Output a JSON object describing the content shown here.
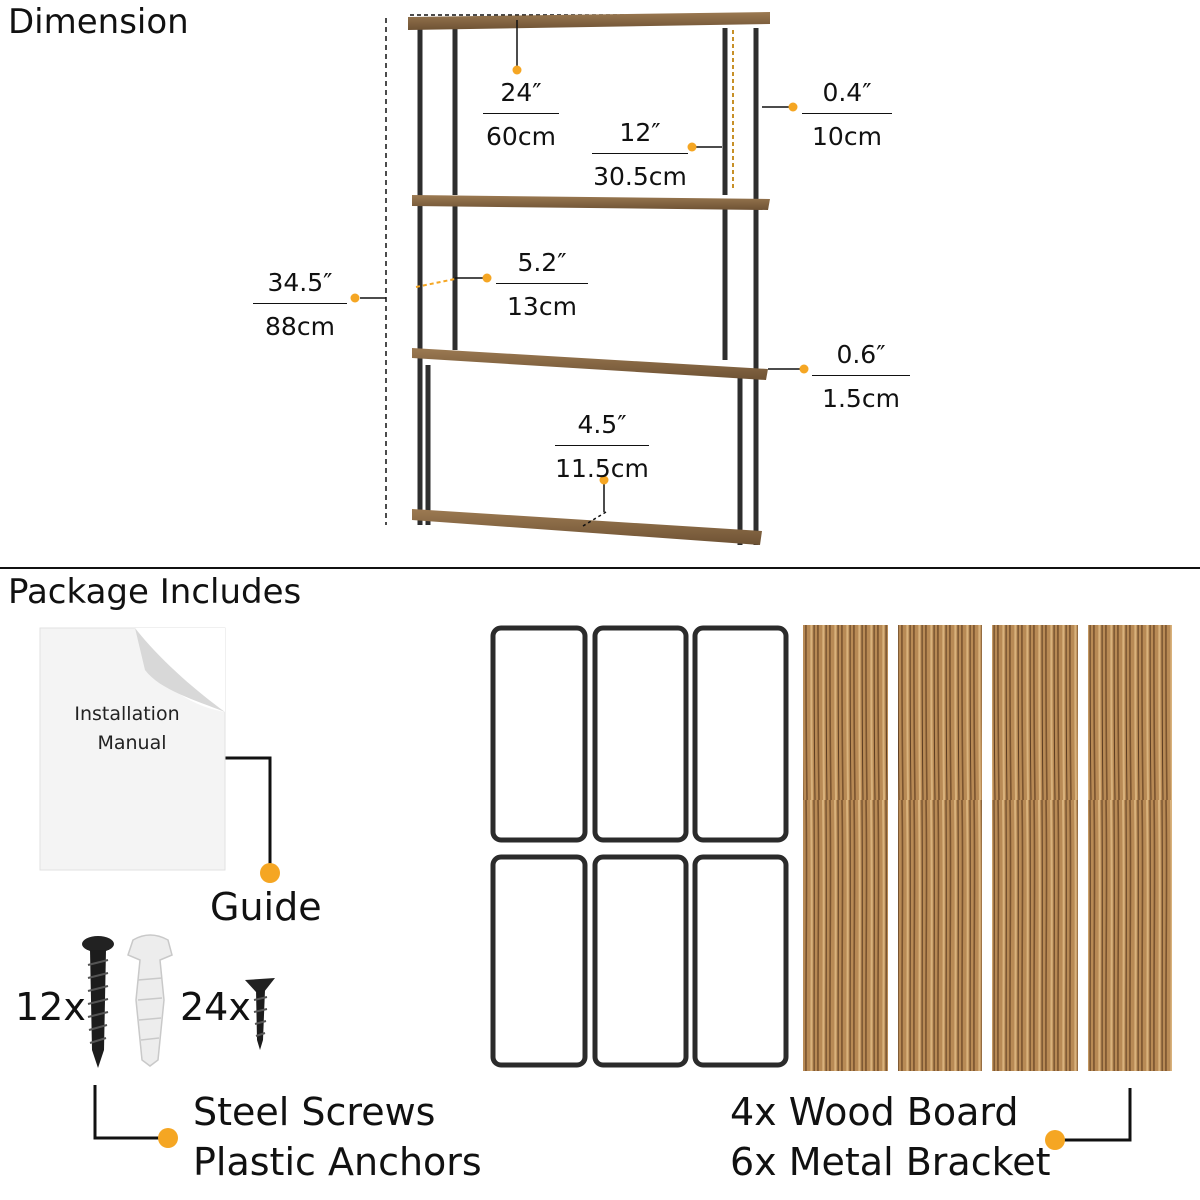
{
  "sections": {
    "dimension_title": "Dimension",
    "package_title": "Package Includes"
  },
  "dimensions": {
    "width": {
      "imperial": "24″",
      "metric": "60cm"
    },
    "depth_top": {
      "imperial": "12″",
      "metric": "30.5cm"
    },
    "bracket_width": {
      "imperial": "0.4″",
      "metric": "10cm"
    },
    "height": {
      "imperial": "34.5″",
      "metric": "88cm"
    },
    "shelf_depth": {
      "imperial": "5.2″",
      "metric": "13cm"
    },
    "board_thickness": {
      "imperial": "0.6″",
      "metric": "1.5cm"
    },
    "board_width": {
      "imperial": "4.5″",
      "metric": "11.5cm"
    }
  },
  "package": {
    "manual_text_line1": "Installation",
    "manual_text_line2": "Manual",
    "guide_label": "Guide",
    "screws_qty": "12x",
    "small_screws_qty": "24x",
    "hardware_line1": "Steel Screws",
    "hardware_line2": "Plastic Anchors",
    "parts_line1": "4x Wood Board",
    "parts_line2": "6x Metal Bracket"
  },
  "colors": {
    "accent_dot": "#F5A623",
    "frame": "#333333",
    "wood": "#8B6A45",
    "wood_light": "#C9A26B"
  }
}
